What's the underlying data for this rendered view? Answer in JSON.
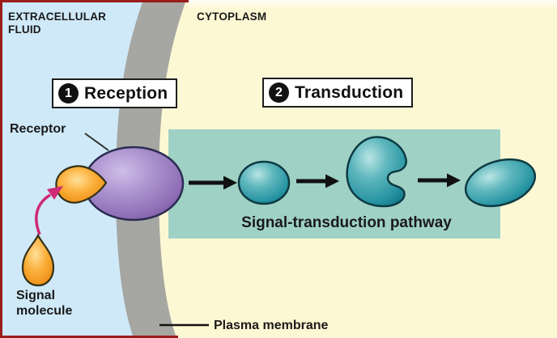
{
  "regions": {
    "extracellular_line1": "EXTRACELLULAR",
    "extracellular_line2": "FLUID",
    "cytoplasm": "CYTOPLASM"
  },
  "steps": [
    {
      "number": "1",
      "label": "Reception"
    },
    {
      "number": "2",
      "label": "Transduction"
    }
  ],
  "labels": {
    "receptor": "Receptor",
    "signal_molecule_line1": "Signal",
    "signal_molecule_line2": "molecule",
    "plasma_membrane": "Plasma membrane",
    "pathway": "Signal-transduction pathway"
  },
  "icons": {
    "signal_molecule_droplet": "orange teardrop",
    "bound_signal_molecule": "orange wedge docked in receptor",
    "receptor_blob": "purple ellipse spanning membrane",
    "relay_molecule_round": "teal sphere",
    "relay_molecule_kidney": "teal kidney/bean shape",
    "relay_molecule_ellipse": "teal tilted ellipse",
    "activation_arrow": "pink curved arrow",
    "relay_arrows": "black right arrows x3"
  },
  "colors": {
    "extracellular_blue": "#cfe9f8",
    "cytoplasm_cream": "#fdf8d4",
    "membrane_gray": "#a6a6a2",
    "pathway_teal_bg": "#9fd1c5",
    "molecule_teal": "#2a96a4",
    "receptor_purple": "#9478bd",
    "signal_orange": "#f5a11e",
    "arrow_black": "#111111",
    "activation_pink": "#cf2a74",
    "frame_red": "#9b1c1c",
    "label_box_bg": "#ffffff",
    "text_black": "#1a1a1a"
  }
}
